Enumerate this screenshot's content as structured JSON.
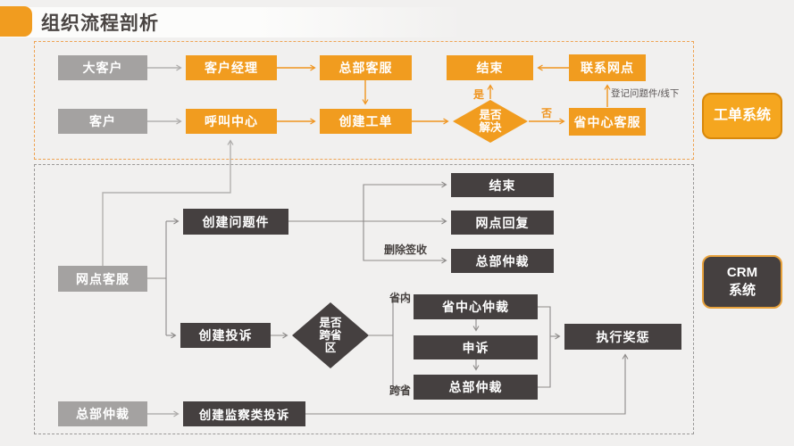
{
  "title": "组织流程剖析",
  "colors": {
    "background": "#F1F0EF",
    "orange": "#F19C1F",
    "dark_box": "#454040",
    "gray_box": "#A4A2A1",
    "orange_line": "#F0941E",
    "light_gray_line": "#B3B1B0",
    "dark_gray_line": "#8E8B8A"
  },
  "badges": {
    "work_order": "工单系统",
    "crm": "CRM\n系统"
  },
  "work_order": {
    "nodes": {
      "major_customer": "大客户",
      "account_manager": "客户经理",
      "hq_service": "总部客服",
      "end": "结束",
      "contact_branch": "联系网点",
      "customer": "客户",
      "call_center": "呼叫中心",
      "create_ticket": "创建工单",
      "resolve_decision": "是否\n解决",
      "province_service": "省中心客服"
    },
    "labels": {
      "yes": "是",
      "no": "否",
      "register": "登记问题件/线下"
    }
  },
  "crm": {
    "nodes": {
      "branch_service": "网点客服",
      "create_issue": "创建问题件",
      "end": "结束",
      "branch_reply": "网点回复",
      "hq_arbitration_mid": "总部仲裁",
      "create_complaint": "创建投诉",
      "cross_decision": "是否\n跨省\n区",
      "province_arbitration": "省中心仲裁",
      "appeal": "申诉",
      "hq_arbitration_low": "总部仲裁",
      "execute_reward": "执行奖惩",
      "hq_arbitration_left": "总部仲裁",
      "create_supervision": "创建监察类投诉"
    },
    "labels": {
      "delete_sign": "删除签收",
      "in_province": "省内",
      "cross_province": "跨省"
    }
  }
}
